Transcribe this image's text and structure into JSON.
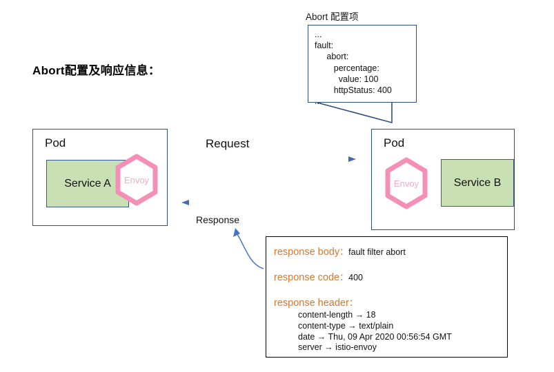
{
  "page": {
    "title": "Abort配置及响应信息："
  },
  "callout": {
    "label": "Abort 配置项",
    "yaml": "...\nfault:\n     abort:\n        percentage:\n          value: 100\n        httpStatus: 400\n..."
  },
  "pods": {
    "left": {
      "label": "Pod",
      "service": "Service A",
      "envoy": "Envoy"
    },
    "right": {
      "label": "Pod",
      "service": "Service B",
      "envoy": "Envoy"
    }
  },
  "arrows": {
    "request_label": "Request",
    "response_label": "Response"
  },
  "response_detail": {
    "body_key": "response body",
    "body_sep": "：",
    "body_value": "fault filter abort",
    "code_key": "response code",
    "code_sep": "：",
    "code_value": "400",
    "header_key": "response header",
    "header_sep": "：",
    "header_items": "content-length → 18\ncontent-type → text/plain\ndate → Thu, 09 Apr 2020 00:56:54 GMT\nserver → istio-envoy"
  },
  "colors": {
    "service_fill": "#c9e0b4",
    "service_border": "#3a5a8c",
    "pod_border": "#2e4e7e",
    "envoy_pink": "#f48fb8",
    "envoy_text": "#f8aac9",
    "arrow_blue": "#4472c4",
    "accent_orange": "#d9772e",
    "callout_border": "#2e4e7e"
  }
}
